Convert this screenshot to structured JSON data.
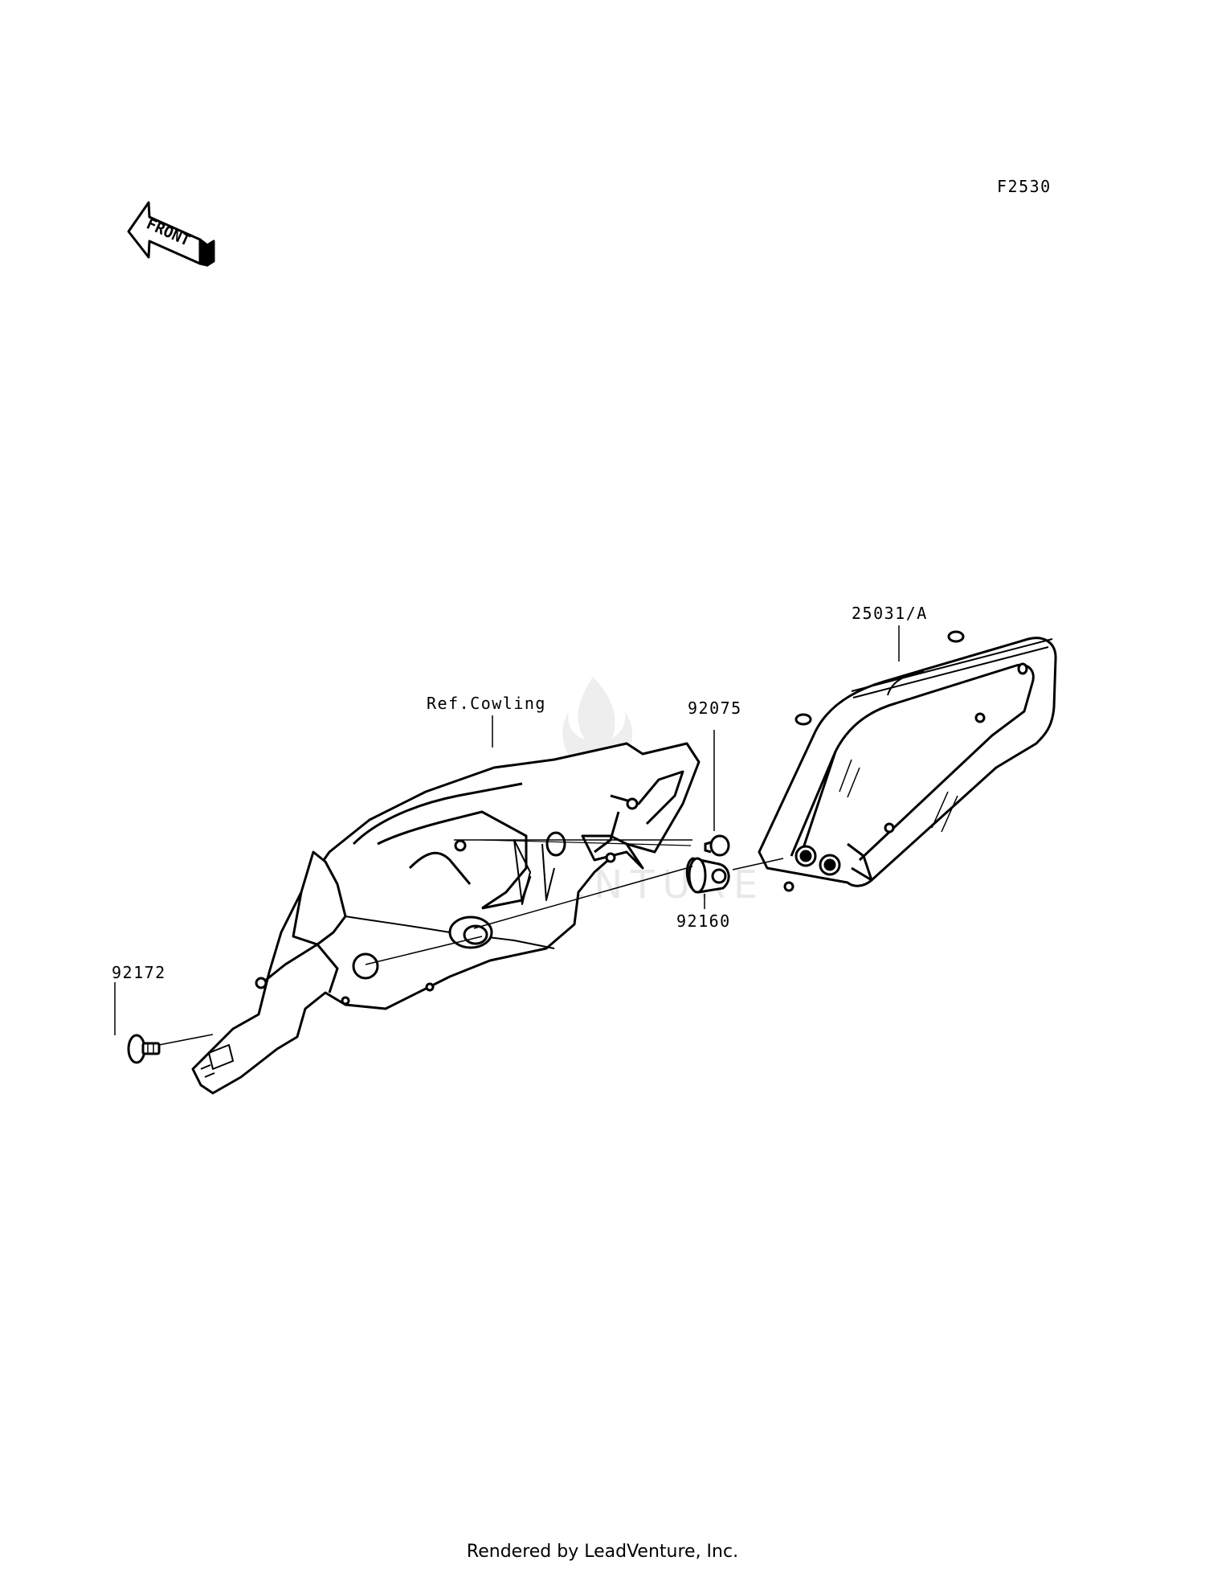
{
  "diagram": {
    "code": "F2530",
    "front_label": "FRONT",
    "watermark": "LEADVENTURE",
    "callouts": {
      "meter": "25031/A",
      "cowling": "Ref.Cowling",
      "clip": "92075",
      "grommet": "92160",
      "washer": "92172"
    }
  },
  "footer": "Rendered by LeadVenture, Inc."
}
